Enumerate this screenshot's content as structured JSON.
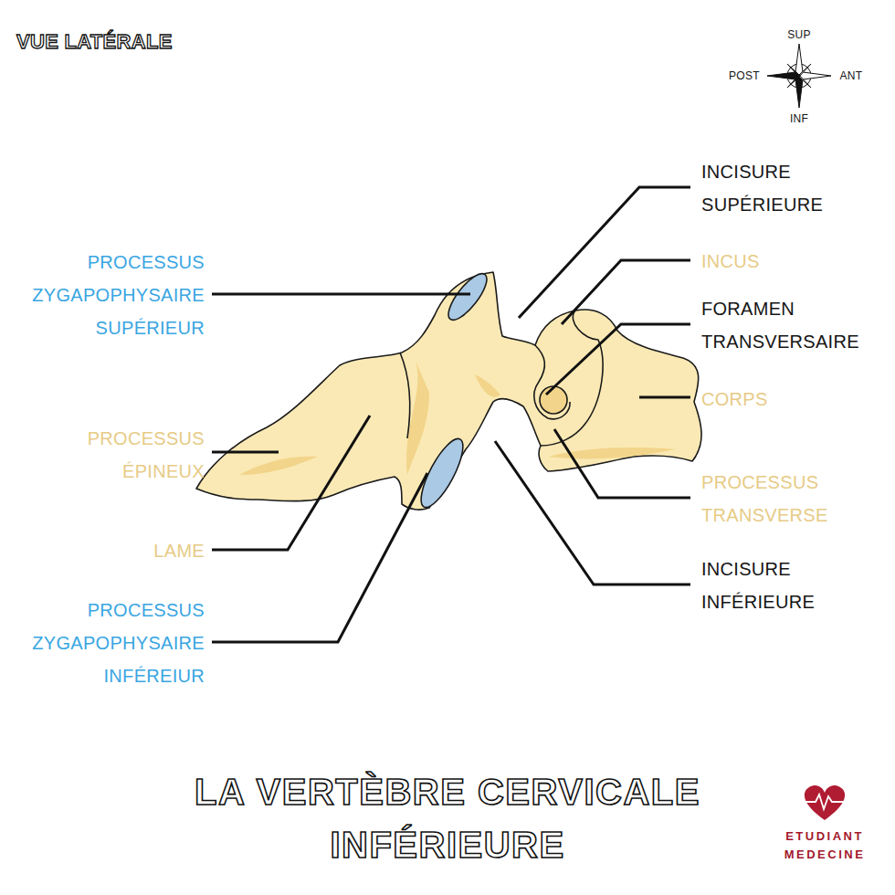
{
  "diagram": {
    "title": "LA VERTÈBRE CERVICALE INFÉRIEURE",
    "labels": [
      "VUE LATÉRALE",
      "SUP",
      "POST",
      "ANT",
      "INF",
      "PROCESSUS ZYGAPOPHYSAIRE SUPÉRIEUR",
      "INCISURE SUPÉRIEURE",
      "INCUS",
      "FORAMEN TRANSVERSAIRE",
      "PROCESSUS ÉPINEUX",
      "CORPS",
      "PROCESSUS TRANSVERSE",
      "LAME",
      "INCISURE INFÉRIEURE",
      "PROCESSUS ZYGAPOPHYSAIRE INFÉREIUR",
      "ETUDIANT MEDECINE"
    ]
  }
}
